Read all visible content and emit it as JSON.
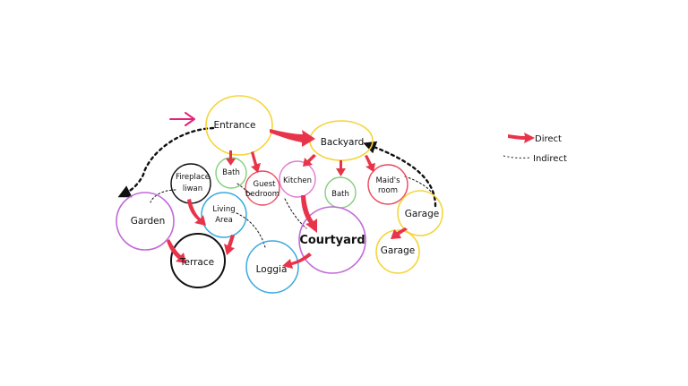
{
  "colors": {
    "direct": "#e8344a",
    "indirect": "#111111",
    "entry_arrow": "#e6217a",
    "yellow": "#f5d43a",
    "green": "#7fd07a",
    "red": "#ea4b5f",
    "pink": "#e27ad6",
    "purple": "#c26ad9",
    "blue": "#3aa9e0",
    "black": "#111111"
  },
  "nodes": {
    "entrance": "Entrance",
    "backyard": "Backyard",
    "bath_left": "Bath",
    "guest_bedroom_line1": "Guest",
    "guest_bedroom_line2": "bedroom",
    "kitchen": "Kitchen",
    "bath_right": "Bath",
    "maids_room_line1": "Maid's",
    "maids_room_line2": "room",
    "fireplace_line1": "Fireplace",
    "fireplace_line2": "liwan",
    "living_area_line1": "Living",
    "living_area_line2": "Area",
    "garden": "Garden",
    "terrace": "Terrace",
    "loggia": "Loggia",
    "courtyard": "Courtyard",
    "garage_upper": "Garage",
    "garage_lower": "Garage"
  },
  "legend": {
    "direct": "Direct",
    "indirect": "Indirect"
  }
}
